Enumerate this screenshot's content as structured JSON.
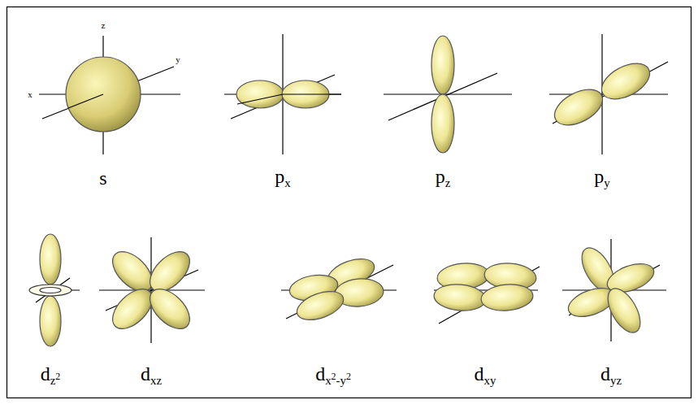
{
  "diagram": {
    "labels": [
      "z",
      "y",
      "x",
      "s",
      "px",
      "pz",
      "py",
      "dz2",
      "dxz",
      "dx2-y2",
      "dxy",
      "dyz"
    ]
  }
}
